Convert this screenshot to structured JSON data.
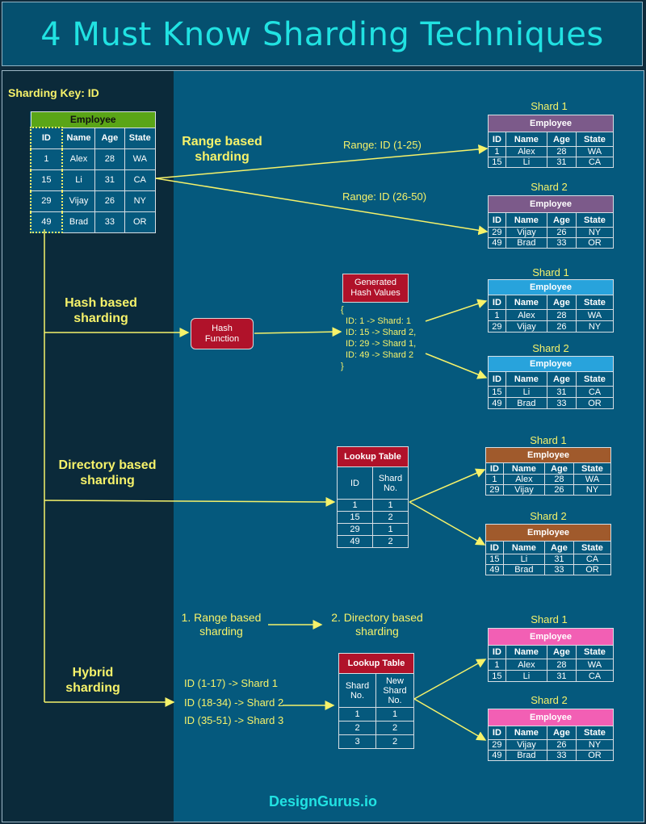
{
  "title": "4 Must Know Sharding Techniques",
  "sharding_key": "Sharding Key: ID",
  "employee": {
    "caption": "Employee",
    "headers": [
      "ID",
      "Name",
      "Age",
      "State"
    ],
    "rows": [
      [
        "1",
        "Alex",
        "28",
        "WA"
      ],
      [
        "15",
        "Li",
        "31",
        "CA"
      ],
      [
        "29",
        "Vijay",
        "26",
        "NY"
      ],
      [
        "49",
        "Brad",
        "33",
        "OR"
      ]
    ]
  },
  "range": {
    "label_line1": "Range based",
    "label_line2": "sharding",
    "note1": "Range: ID (1-25)",
    "note2": "Range: ID (26-50)",
    "shard1_title": "Shard 1",
    "shard2_title": "Shard 2",
    "shard1_rows": [
      [
        "1",
        "Alex",
        "28",
        "WA"
      ],
      [
        "15",
        "Li",
        "31",
        "CA"
      ]
    ],
    "shard2_rows": [
      [
        "29",
        "Vijay",
        "26",
        "NY"
      ],
      [
        "49",
        "Brad",
        "33",
        "OR"
      ]
    ],
    "color": "#7c5a8a"
  },
  "hash": {
    "label_line1": "Hash based",
    "label_line2": "sharding",
    "function_line1": "Hash",
    "function_line2": "Function",
    "generated_line1": "Generated",
    "generated_line2": "Hash Values",
    "values": [
      "{",
      "ID: 1 -> Shard: 1",
      "ID: 15 -> Shard 2,",
      "ID: 29 -> Shard 1,",
      "ID: 49 -> Shard 2",
      "}"
    ],
    "shard1_title": "Shard 1",
    "shard2_title": "Shard 2",
    "shard1_rows": [
      [
        "1",
        "Alex",
        "28",
        "WA"
      ],
      [
        "29",
        "Vijay",
        "26",
        "NY"
      ]
    ],
    "shard2_rows": [
      [
        "15",
        "Li",
        "31",
        "CA"
      ],
      [
        "49",
        "Brad",
        "33",
        "OR"
      ]
    ],
    "color": "#28a3dc"
  },
  "directory": {
    "label_line1": "Directory based",
    "label_line2": "sharding",
    "lookup_caption": "Lookup Table",
    "lookup_headers": [
      "ID",
      "Shard No."
    ],
    "lookup_rows": [
      [
        "1",
        "1"
      ],
      [
        "15",
        "2"
      ],
      [
        "29",
        "1"
      ],
      [
        "49",
        "2"
      ]
    ],
    "shard1_title": "Shard 1",
    "shard2_title": "Shard 2",
    "shard1_rows": [
      [
        "1",
        "Alex",
        "28",
        "WA"
      ],
      [
        "29",
        "Vijay",
        "26",
        "NY"
      ]
    ],
    "shard2_rows": [
      [
        "15",
        "Li",
        "31",
        "CA"
      ],
      [
        "49",
        "Brad",
        "33",
        "OR"
      ]
    ],
    "color": "#a05a2c"
  },
  "hybrid": {
    "label_line1": "Hybrid",
    "label_line2": "sharding",
    "step1_line1": "1. Range based",
    "step1_line2": "sharding",
    "step2_line1": "2. Directory based",
    "step2_line2": "sharding",
    "ranges": [
      "ID (1-17) -> Shard 1",
      "ID (18-34) -> Shard 2",
      "ID (35-51) -> Shard 3"
    ],
    "lookup_caption": "Lookup Table",
    "lookup_headers": [
      "Shard No.",
      "New Shard No."
    ],
    "lookup_rows": [
      [
        "1",
        "1"
      ],
      [
        "2",
        "2"
      ],
      [
        "3",
        "2"
      ]
    ],
    "shard1_title": "Shard 1",
    "shard2_title": "Shard 2",
    "shard1_rows": [
      [
        "1",
        "Alex",
        "28",
        "WA"
      ],
      [
        "15",
        "Li",
        "31",
        "CA"
      ]
    ],
    "shard2_rows": [
      [
        "29",
        "Vijay",
        "26",
        "NY"
      ],
      [
        "49",
        "Brad",
        "33",
        "OR"
      ]
    ],
    "color": "#f25fb4"
  },
  "footer": "DesignGurus.io"
}
